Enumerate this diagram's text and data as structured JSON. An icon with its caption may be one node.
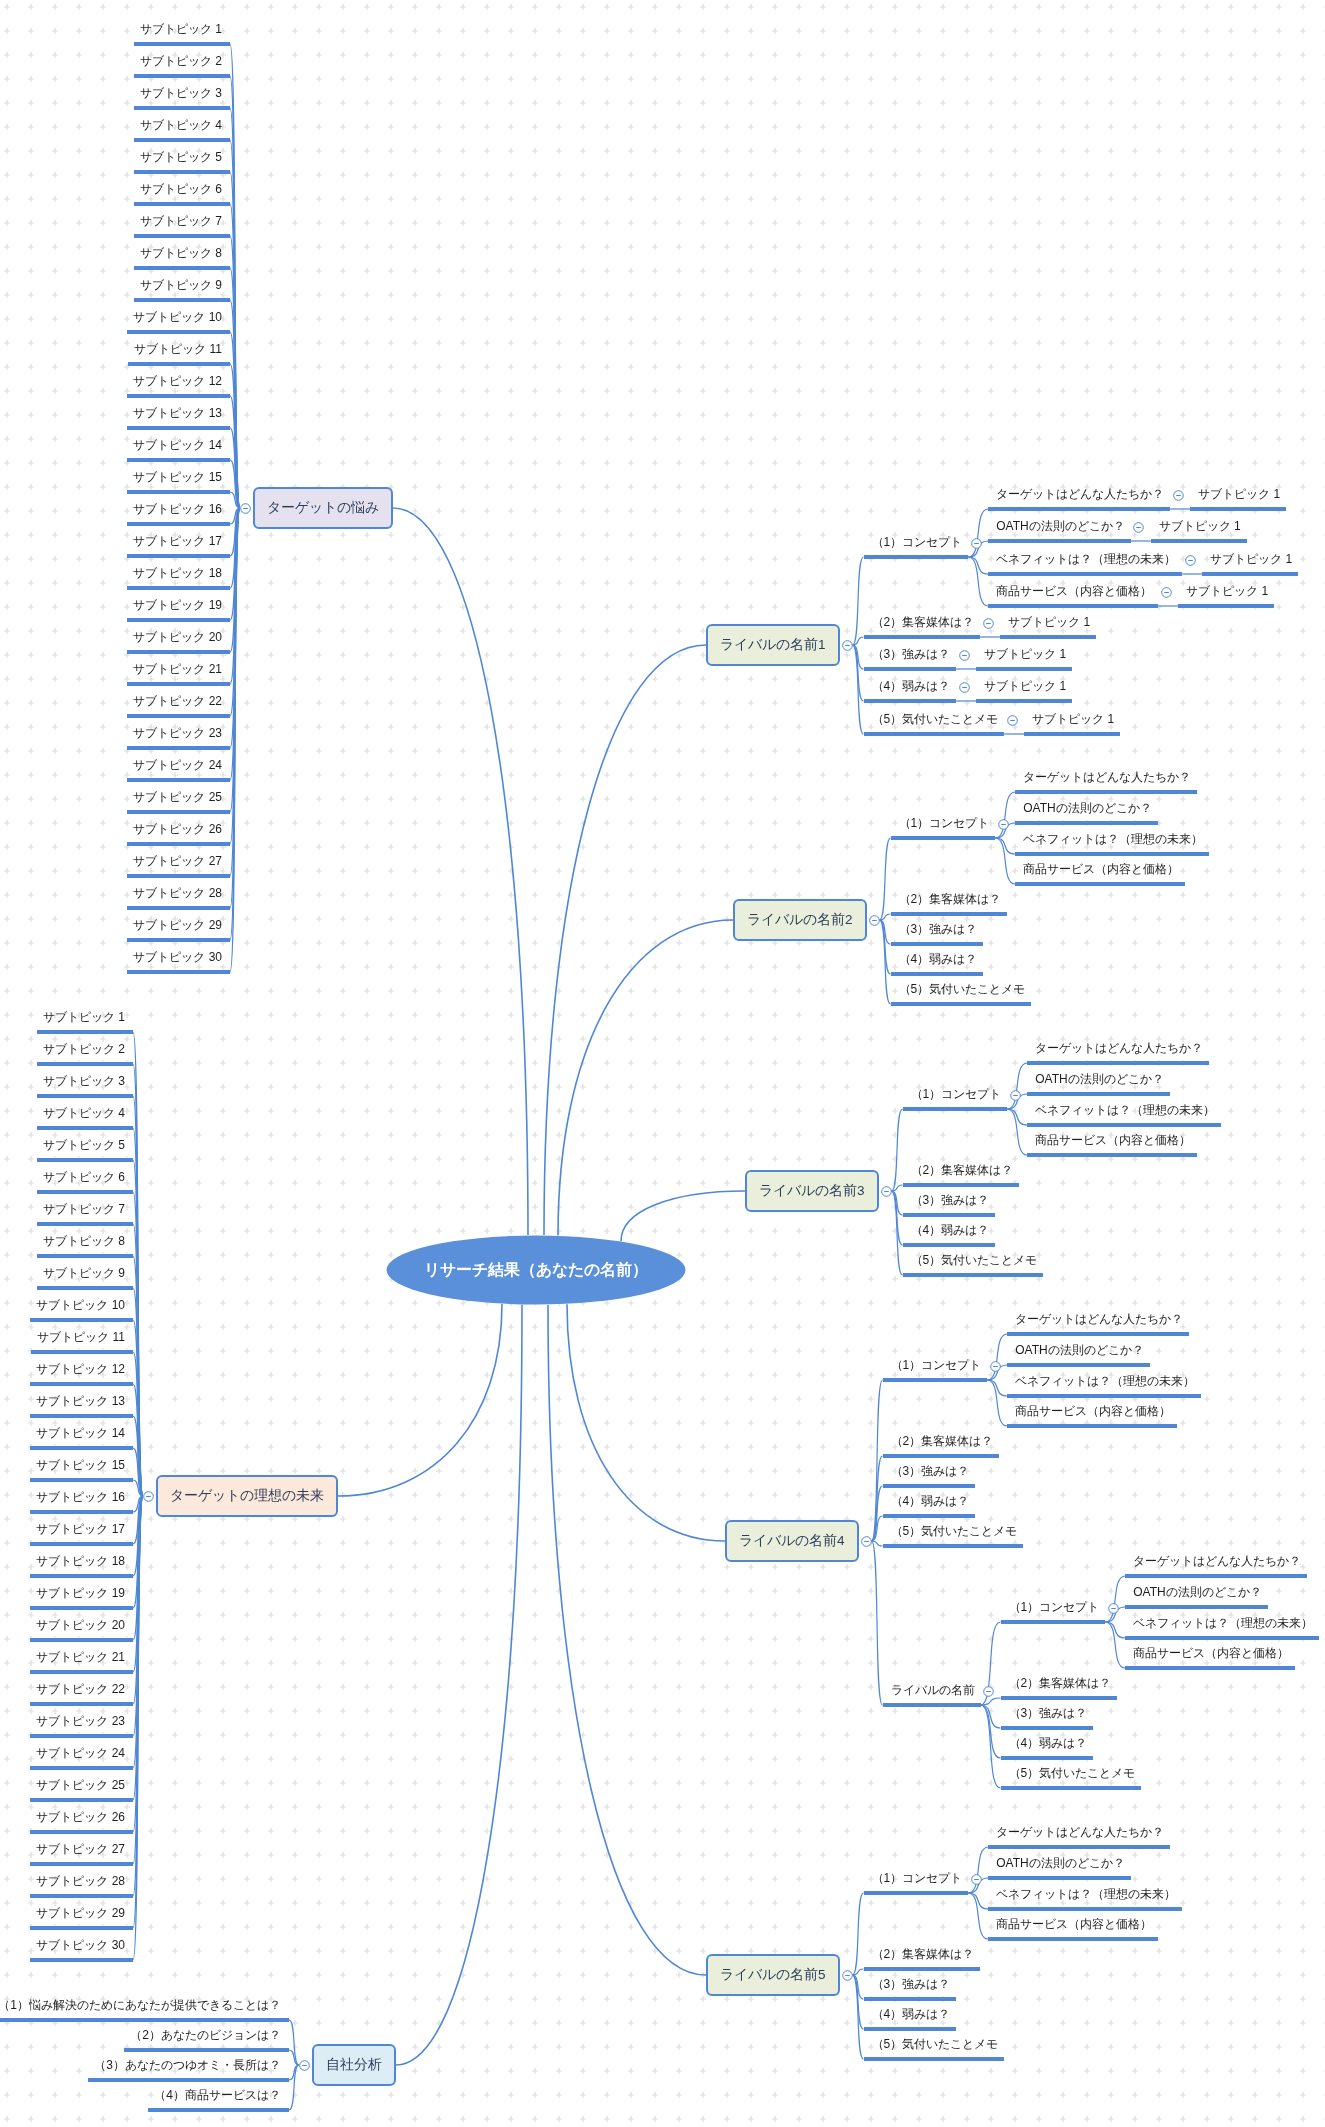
{
  "diagram": {
    "nodes": [
      {
        "text": [
          "リサーチ結果（あなたの名前）"
        ]
      },
      {
        "text": [
          "ターゲットの悩み"
        ]
      },
      {
        "text": [
          "サブトピック 1"
        ]
      },
      {
        "text": [
          "サブトピック 2"
        ]
      },
      {
        "text": [
          "サブトピック 3"
        ]
      },
      {
        "text": [
          "サブトピック 4"
        ]
      },
      {
        "text": [
          "サブトピック 5"
        ]
      },
      {
        "text": [
          "サブトピック 6"
        ]
      },
      {
        "text": [
          "サブトピック 7"
        ]
      },
      {
        "text": [
          "サブトピック 8"
        ]
      },
      {
        "text": [
          "サブトピック 9"
        ]
      },
      {
        "text": [
          "サブトピック 10"
        ]
      },
      {
        "text": [
          "サブトピック 11"
        ]
      },
      {
        "text": [
          "サブトピック 12"
        ]
      },
      {
        "text": [
          "サブトピック 13"
        ]
      },
      {
        "text": [
          "サブトピック 14"
        ]
      },
      {
        "text": [
          "サブトピック 15"
        ]
      },
      {
        "text": [
          "サブトピック 16"
        ]
      },
      {
        "text": [
          "サブトピック 17"
        ]
      },
      {
        "text": [
          "サブトピック 18"
        ]
      },
      {
        "text": [
          "サブトピック 19"
        ]
      },
      {
        "text": [
          "サブトピック 20"
        ]
      },
      {
        "text": [
          "サブトピック 21"
        ]
      },
      {
        "text": [
          "サブトピック 22"
        ]
      },
      {
        "text": [
          "サブトピック 23"
        ]
      },
      {
        "text": [
          "サブトピック 24"
        ]
      },
      {
        "text": [
          "サブトピック 25"
        ]
      },
      {
        "text": [
          "サブトピック 26"
        ]
      },
      {
        "text": [
          "サブトピック 27"
        ]
      },
      {
        "text": [
          "サブトピック 28"
        ]
      },
      {
        "text": [
          "サブトピック 29"
        ]
      },
      {
        "text": [
          "サブトピック 30"
        ]
      },
      {
        "text": [
          "ターゲットの理想の未来"
        ]
      },
      {
        "text": [
          "サブトピック 1"
        ]
      },
      {
        "text": [
          "サブトピック 2"
        ]
      },
      {
        "text": [
          "サブトピック 3"
        ]
      },
      {
        "text": [
          "サブトピック 4"
        ]
      },
      {
        "text": [
          "サブトピック 5"
        ]
      },
      {
        "text": [
          "サブトピック 6"
        ]
      },
      {
        "text": [
          "サブトピック 7"
        ]
      },
      {
        "text": [
          "サブトピック 8"
        ]
      },
      {
        "text": [
          "サブトピック 9"
        ]
      },
      {
        "text": [
          "サブトピック 10"
        ]
      },
      {
        "text": [
          "サブトピック 11"
        ]
      },
      {
        "text": [
          "サブトピック 12"
        ]
      },
      {
        "text": [
          "サブトピック 13"
        ]
      },
      {
        "text": [
          "サブトピック 14"
        ]
      },
      {
        "text": [
          "サブトピック 15"
        ]
      },
      {
        "text": [
          "サブトピック 16"
        ]
      },
      {
        "text": [
          "サブトピック 17"
        ]
      },
      {
        "text": [
          "サブトピック 18"
        ]
      },
      {
        "text": [
          "サブトピック 19"
        ]
      },
      {
        "text": [
          "サブトピック 20"
        ]
      },
      {
        "text": [
          "サブトピック 21"
        ]
      },
      {
        "text": [
          "サブトピック 22"
        ]
      },
      {
        "text": [
          "サブトピック 23"
        ]
      },
      {
        "text": [
          "サブトピック 24"
        ]
      },
      {
        "text": [
          "サブトピック 25"
        ]
      },
      {
        "text": [
          "サブトピック 26"
        ]
      },
      {
        "text": [
          "サブトピック 27"
        ]
      },
      {
        "text": [
          "サブトピック 28"
        ]
      },
      {
        "text": [
          "サブトピック 29"
        ]
      },
      {
        "text": [
          "サブトピック 30"
        ]
      },
      {
        "text": [
          "自社分析"
        ]
      },
      {
        "text": [
          "（1）悩み解決のためにあなたが提供できることは？"
        ]
      },
      {
        "text": [
          "（2）あなたのビジョンは？"
        ]
      },
      {
        "text": [
          "（3）あなたのつゆオミ・長所は？"
        ]
      },
      {
        "text": [
          "（4）商品サービスは？"
        ]
      },
      {
        "text": [
          "ライバルの名前1"
        ]
      },
      {
        "text": [
          "（1）コンセプト"
        ]
      },
      {
        "text": [
          "ターゲットはどんな人たちか？"
        ]
      },
      {
        "text": [
          "サブトピック 1"
        ]
      },
      {
        "text": [
          "OATHの法則のどこか？"
        ]
      },
      {
        "text": [
          "サブトピック 1"
        ]
      },
      {
        "text": [
          "ベネフィットは？（理想の未来）"
        ]
      },
      {
        "text": [
          "サブトピック 1"
        ]
      },
      {
        "text": [
          "商品サービス（内容と価格）"
        ]
      },
      {
        "text": [
          "サブトピック 1"
        ]
      },
      {
        "text": [
          "（2）集客媒体は？"
        ]
      },
      {
        "text": [
          "サブトピック 1"
        ]
      },
      {
        "text": [
          "（3）強みは？"
        ]
      },
      {
        "text": [
          "サブトピック 1"
        ]
      },
      {
        "text": [
          "（4）弱みは？"
        ]
      },
      {
        "text": [
          "サブトピック 1"
        ]
      },
      {
        "text": [
          "（5）気付いたことメモ"
        ]
      },
      {
        "text": [
          "サブトピック 1"
        ]
      },
      {
        "text": [
          "ライバルの名前2"
        ]
      },
      {
        "text": [
          "（1）コンセプト"
        ]
      },
      {
        "text": [
          "ターゲットはどんな人たちか？"
        ]
      },
      {
        "text": [
          "OATHの法則のどこか？"
        ]
      },
      {
        "text": [
          "ベネフィットは？（理想の未来）"
        ]
      },
      {
        "text": [
          "商品サービス（内容と価格）"
        ]
      },
      {
        "text": [
          "（2）集客媒体は？"
        ]
      },
      {
        "text": [
          "（3）強みは？"
        ]
      },
      {
        "text": [
          "（4）弱みは？"
        ]
      },
      {
        "text": [
          "（5）気付いたことメモ"
        ]
      },
      {
        "text": [
          "ライバルの名前3"
        ]
      },
      {
        "text": [
          "（1）コンセプト"
        ]
      },
      {
        "text": [
          "ターゲットはどんな人たちか？"
        ]
      },
      {
        "text": [
          "OATHの法則のどこか？"
        ]
      },
      {
        "text": [
          "ベネフィットは？（理想の未来）"
        ]
      },
      {
        "text": [
          "商品サービス（内容と価格）"
        ]
      },
      {
        "text": [
          "（2）集客媒体は？"
        ]
      },
      {
        "text": [
          "（3）強みは？"
        ]
      },
      {
        "text": [
          "（4）弱みは？"
        ]
      },
      {
        "text": [
          "（5）気付いたことメモ"
        ]
      },
      {
        "text": [
          "ライバルの名前4"
        ]
      },
      {
        "text": [
          "（1）コンセプト"
        ]
      },
      {
        "text": [
          "ターゲットはどんな人たちか？"
        ]
      },
      {
        "text": [
          "OATHの法則のどこか？"
        ]
      },
      {
        "text": [
          "ベネフィットは？（理想の未来）"
        ]
      },
      {
        "text": [
          "商品サービス（内容と価格）"
        ]
      },
      {
        "text": [
          "（2）集客媒体は？"
        ]
      },
      {
        "text": [
          "（3）強みは？"
        ]
      },
      {
        "text": [
          "（4）弱みは？"
        ]
      },
      {
        "text": [
          "（5）気付いたことメモ"
        ]
      },
      {
        "text": [
          "ライバルの名前"
        ]
      },
      {
        "text": [
          "（1）コンセプト"
        ]
      },
      {
        "text": [
          "ターゲットはどんな人たちか？"
        ]
      },
      {
        "text": [
          "OATHの法則のどこか？"
        ]
      },
      {
        "text": [
          "ベネフィットは？（理想の未来）"
        ]
      },
      {
        "text": [
          "商品サービス（内容と価格）"
        ]
      },
      {
        "text": [
          "（2）集客媒体は？"
        ]
      },
      {
        "text": [
          "（3）強みは？"
        ]
      },
      {
        "text": [
          "（4）弱みは？"
        ]
      },
      {
        "text": [
          "（5）気付いたことメモ"
        ]
      },
      {
        "text": [
          "ライバルの名前5"
        ]
      },
      {
        "text": [
          "（1）コンセプト"
        ]
      },
      {
        "text": [
          "ターゲットはどんな人たちか？"
        ]
      },
      {
        "text": [
          "OATHの法則のどこか？"
        ]
      },
      {
        "text": [
          "ベネフィットは？（理想の未来）"
        ]
      },
      {
        "text": [
          "商品サービス（内容と価格）"
        ]
      },
      {
        "text": [
          "（2）集客媒体は？"
        ]
      },
      {
        "text": [
          "（3）強みは？"
        ]
      },
      {
        "text": [
          "（4）弱みは？"
        ]
      },
      {
        "text": [
          "（5）気付いたことメモ"
        ]
      }
    ],
    "edges": [
      {
        "from": 0,
        "to": 1,
        "arrow": "none"
      },
      {
        "from": 1,
        "to": 2,
        "arrow": "none"
      },
      {
        "from": 1,
        "to": 3,
        "arrow": "none"
      },
      {
        "from": 1,
        "to": 4,
        "arrow": "none"
      },
      {
        "from": 1,
        "to": 5,
        "arrow": "none"
      },
      {
        "from": 1,
        "to": 6,
        "arrow": "none"
      },
      {
        "from": 1,
        "to": 7,
        "arrow": "none"
      },
      {
        "from": 1,
        "to": 8,
        "arrow": "none"
      },
      {
        "from": 1,
        "to": 9,
        "arrow": "none"
      },
      {
        "from": 1,
        "to": 10,
        "arrow": "none"
      },
      {
        "from": 1,
        "to": 11,
        "arrow": "none"
      },
      {
        "from": 1,
        "to": 12,
        "arrow": "none"
      },
      {
        "from": 1,
        "to": 13,
        "arrow": "none"
      },
      {
        "from": 1,
        "to": 14,
        "arrow": "none"
      },
      {
        "from": 1,
        "to": 15,
        "arrow": "none"
      },
      {
        "from": 1,
        "to": 16,
        "arrow": "none"
      },
      {
        "from": 1,
        "to": 17,
        "arrow": "none"
      },
      {
        "from": 1,
        "to": 18,
        "arrow": "none"
      },
      {
        "from": 1,
        "to": 19,
        "arrow": "none"
      },
      {
        "from": 1,
        "to": 20,
        "arrow": "none"
      },
      {
        "from": 1,
        "to": 21,
        "arrow": "none"
      },
      {
        "from": 1,
        "to": 22,
        "arrow": "none"
      },
      {
        "from": 1,
        "to": 23,
        "arrow": "none"
      },
      {
        "from": 1,
        "to": 24,
        "arrow": "none"
      },
      {
        "from": 1,
        "to": 25,
        "arrow": "none"
      },
      {
        "from": 1,
        "to": 26,
        "arrow": "none"
      },
      {
        "from": 1,
        "to": 27,
        "arrow": "none"
      },
      {
        "from": 1,
        "to": 28,
        "arrow": "none"
      },
      {
        "from": 1,
        "to": 29,
        "arrow": "none"
      },
      {
        "from": 1,
        "to": 30,
        "arrow": "none"
      },
      {
        "from": 1,
        "to": 31,
        "arrow": "none"
      },
      {
        "from": 0,
        "to": 32,
        "arrow": "none"
      },
      {
        "from": 32,
        "to": 33,
        "arrow": "none"
      },
      {
        "from": 32,
        "to": 34,
        "arrow": "none"
      },
      {
        "from": 32,
        "to": 35,
        "arrow": "none"
      },
      {
        "from": 32,
        "to": 36,
        "arrow": "none"
      },
      {
        "from": 32,
        "to": 37,
        "arrow": "none"
      },
      {
        "from": 32,
        "to": 38,
        "arrow": "none"
      },
      {
        "from": 32,
        "to": 39,
        "arrow": "none"
      },
      {
        "from": 32,
        "to": 40,
        "arrow": "none"
      },
      {
        "from": 32,
        "to": 41,
        "arrow": "none"
      },
      {
        "from": 32,
        "to": 42,
        "arrow": "none"
      },
      {
        "from": 32,
        "to": 43,
        "arrow": "none"
      },
      {
        "from": 32,
        "to": 44,
        "arrow": "none"
      },
      {
        "from": 32,
        "to": 45,
        "arrow": "none"
      },
      {
        "from": 32,
        "to": 46,
        "arrow": "none"
      },
      {
        "from": 32,
        "to": 47,
        "arrow": "none"
      },
      {
        "from": 32,
        "to": 48,
        "arrow": "none"
      },
      {
        "from": 32,
        "to": 49,
        "arrow": "none"
      },
      {
        "from": 32,
        "to": 50,
        "arrow": "none"
      },
      {
        "from": 32,
        "to": 51,
        "arrow": "none"
      },
      {
        "from": 32,
        "to": 52,
        "arrow": "none"
      },
      {
        "from": 32,
        "to": 53,
        "arrow": "none"
      },
      {
        "from": 32,
        "to": 54,
        "arrow": "none"
      },
      {
        "from": 32,
        "to": 55,
        "arrow": "none"
      },
      {
        "from": 32,
        "to": 56,
        "arrow": "none"
      },
      {
        "from": 32,
        "to": 57,
        "arrow": "none"
      },
      {
        "from": 32,
        "to": 58,
        "arrow": "none"
      },
      {
        "from": 32,
        "to": 59,
        "arrow": "none"
      },
      {
        "from": 32,
        "to": 60,
        "arrow": "none"
      },
      {
        "from": 32,
        "to": 61,
        "arrow": "none"
      },
      {
        "from": 32,
        "to": 62,
        "arrow": "none"
      },
      {
        "from": 0,
        "to": 63,
        "arrow": "none"
      },
      {
        "from": 63,
        "to": 64,
        "arrow": "none"
      },
      {
        "from": 63,
        "to": 65,
        "arrow": "none"
      },
      {
        "from": 63,
        "to": 66,
        "arrow": "none"
      },
      {
        "from": 63,
        "to": 67,
        "arrow": "none"
      },
      {
        "from": 0,
        "to": 68,
        "arrow": "none"
      },
      {
        "from": 68,
        "to": 69,
        "arrow": "none"
      },
      {
        "from": 69,
        "to": 70,
        "arrow": "none"
      },
      {
        "from": 70,
        "to": 71,
        "arrow": "none"
      },
      {
        "from": 69,
        "to": 72,
        "arrow": "none"
      },
      {
        "from": 72,
        "to": 73,
        "arrow": "none"
      },
      {
        "from": 69,
        "to": 74,
        "arrow": "none"
      },
      {
        "from": 74,
        "to": 75,
        "arrow": "none"
      },
      {
        "from": 69,
        "to": 76,
        "arrow": "none"
      },
      {
        "from": 76,
        "to": 77,
        "arrow": "none"
      },
      {
        "from": 68,
        "to": 78,
        "arrow": "none"
      },
      {
        "from": 78,
        "to": 79,
        "arrow": "none"
      },
      {
        "from": 68,
        "to": 80,
        "arrow": "none"
      },
      {
        "from": 80,
        "to": 81,
        "arrow": "none"
      },
      {
        "from": 68,
        "to": 82,
        "arrow": "none"
      },
      {
        "from": 82,
        "to": 83,
        "arrow": "none"
      },
      {
        "from": 68,
        "to": 84,
        "arrow": "none"
      },
      {
        "from": 84,
        "to": 85,
        "arrow": "none"
      },
      {
        "from": 0,
        "to": 86,
        "arrow": "none"
      },
      {
        "from": 86,
        "to": 87,
        "arrow": "none"
      },
      {
        "from": 87,
        "to": 88,
        "arrow": "none"
      },
      {
        "from": 87,
        "to": 89,
        "arrow": "none"
      },
      {
        "from": 87,
        "to": 90,
        "arrow": "none"
      },
      {
        "from": 87,
        "to": 91,
        "arrow": "none"
      },
      {
        "from": 86,
        "to": 92,
        "arrow": "none"
      },
      {
        "from": 86,
        "to": 93,
        "arrow": "none"
      },
      {
        "from": 86,
        "to": 94,
        "arrow": "none"
      },
      {
        "from": 86,
        "to": 95,
        "arrow": "none"
      },
      {
        "from": 0,
        "to": 96,
        "arrow": "none"
      },
      {
        "from": 96,
        "to": 97,
        "arrow": "none"
      },
      {
        "from": 97,
        "to": 98,
        "arrow": "none"
      },
      {
        "from": 97,
        "to": 99,
        "arrow": "none"
      },
      {
        "from": 97,
        "to": 100,
        "arrow": "none"
      },
      {
        "from": 97,
        "to": 101,
        "arrow": "none"
      },
      {
        "from": 96,
        "to": 102,
        "arrow": "none"
      },
      {
        "from": 96,
        "to": 103,
        "arrow": "none"
      },
      {
        "from": 96,
        "to": 104,
        "arrow": "none"
      },
      {
        "from": 96,
        "to": 105,
        "arrow": "none"
      },
      {
        "from": 0,
        "to": 106,
        "arrow": "none"
      },
      {
        "from": 106,
        "to": 107,
        "arrow": "none"
      },
      {
        "from": 107,
        "to": 108,
        "arrow": "none"
      },
      {
        "from": 107,
        "to": 109,
        "arrow": "none"
      },
      {
        "from": 107,
        "to": 110,
        "arrow": "none"
      },
      {
        "from": 107,
        "to": 111,
        "arrow": "none"
      },
      {
        "from": 106,
        "to": 112,
        "arrow": "none"
      },
      {
        "from": 106,
        "to": 113,
        "arrow": "none"
      },
      {
        "from": 106,
        "to": 114,
        "arrow": "none"
      },
      {
        "from": 106,
        "to": 115,
        "arrow": "none"
      },
      {
        "from": 106,
        "to": 116,
        "arrow": "none"
      },
      {
        "from": 116,
        "to": 117,
        "arrow": "none"
      },
      {
        "from": 117,
        "to": 118,
        "arrow": "none"
      },
      {
        "from": 117,
        "to": 119,
        "arrow": "none"
      },
      {
        "from": 117,
        "to": 120,
        "arrow": "none"
      },
      {
        "from": 117,
        "to": 121,
        "arrow": "none"
      },
      {
        "from": 116,
        "to": 122,
        "arrow": "none"
      },
      {
        "from": 116,
        "to": 123,
        "arrow": "none"
      },
      {
        "from": 116,
        "to": 124,
        "arrow": "none"
      },
      {
        "from": 116,
        "to": 125,
        "arrow": "none"
      },
      {
        "from": 0,
        "to": 126,
        "arrow": "none"
      },
      {
        "from": 126,
        "to": 127,
        "arrow": "none"
      },
      {
        "from": 127,
        "to": 128,
        "arrow": "none"
      },
      {
        "from": 127,
        "to": 129,
        "arrow": "none"
      },
      {
        "from": 127,
        "to": 130,
        "arrow": "none"
      },
      {
        "from": 127,
        "to": 131,
        "arrow": "none"
      },
      {
        "from": 126,
        "to": 132,
        "arrow": "none"
      },
      {
        "from": 126,
        "to": 133,
        "arrow": "none"
      },
      {
        "from": 126,
        "to": 134,
        "arrow": "none"
      },
      {
        "from": 126,
        "to": 135,
        "arrow": "none"
      }
    ]
  }
}
